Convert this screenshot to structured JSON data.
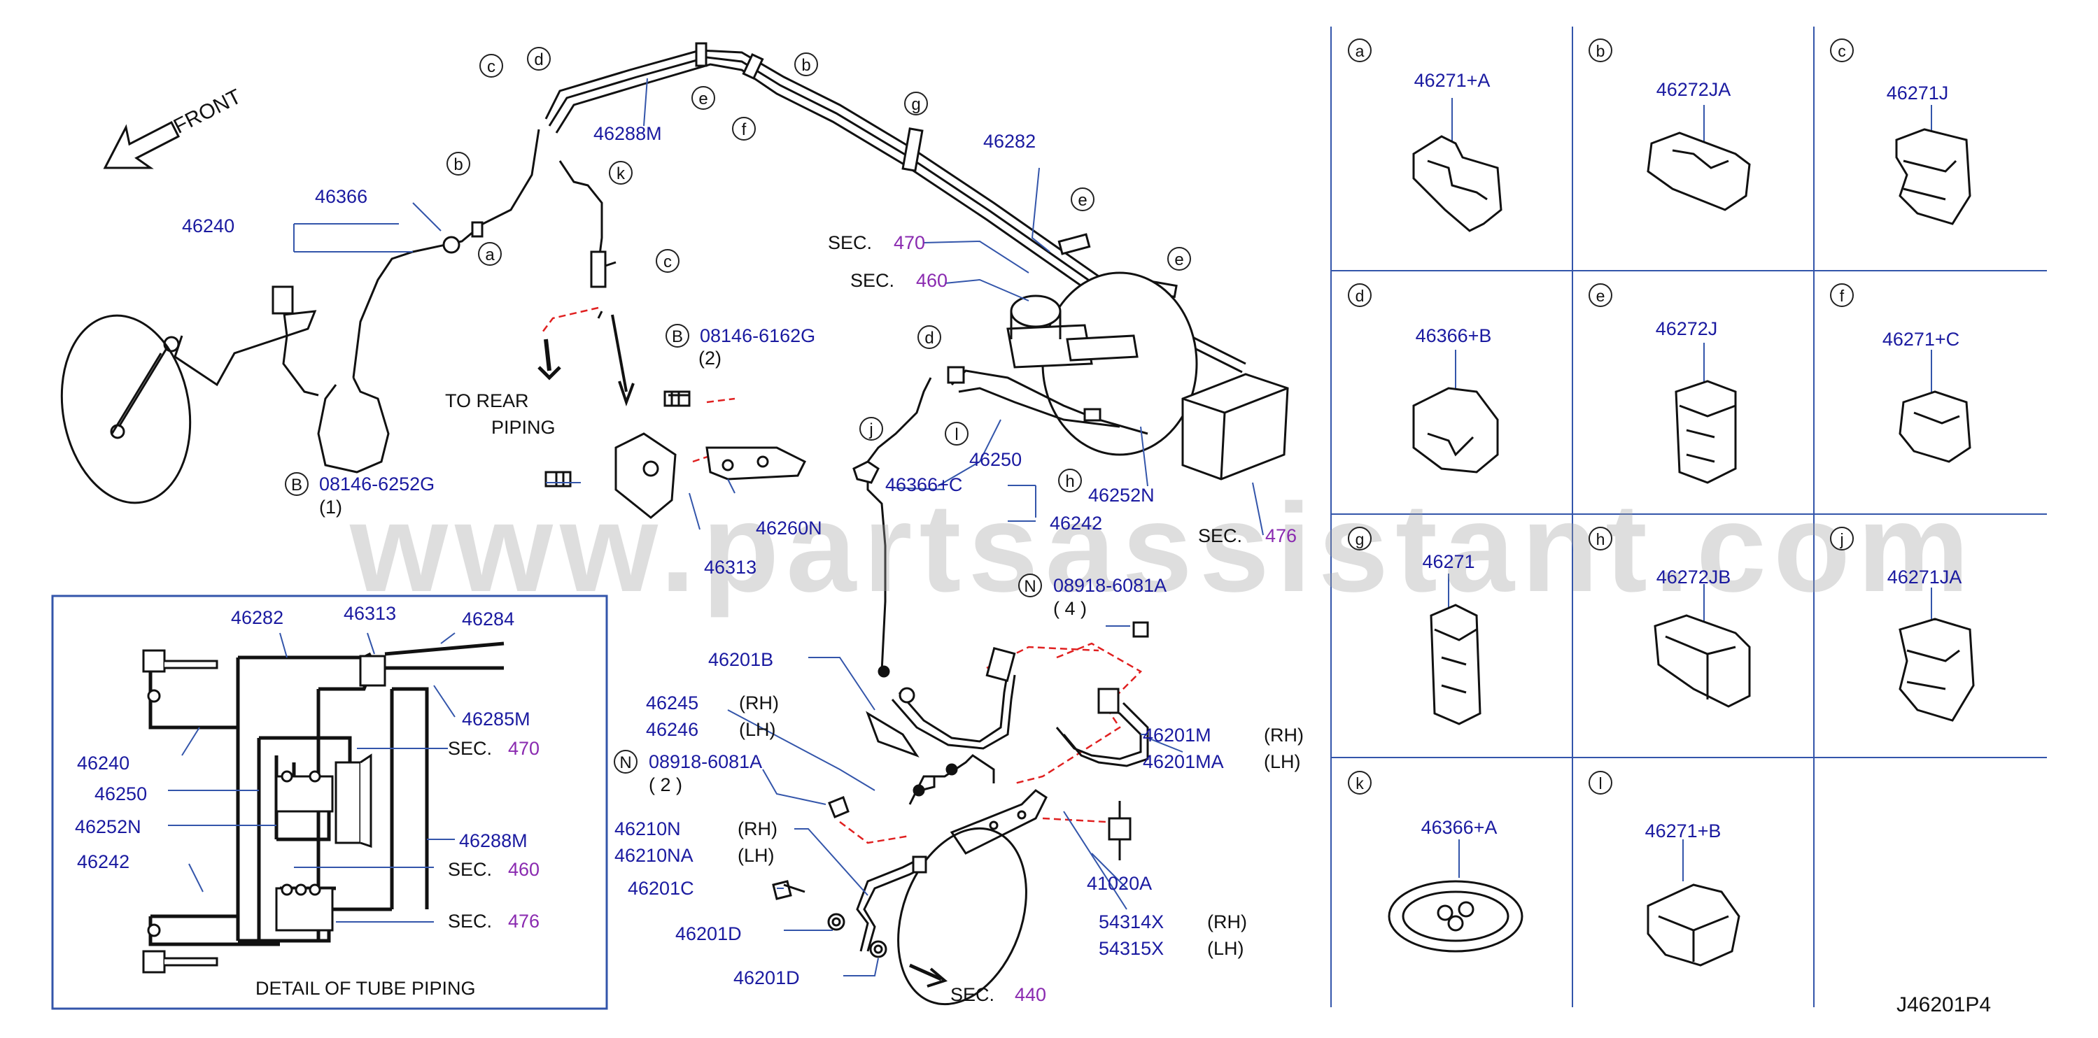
{
  "diagram_id": "J46201P4",
  "watermark": "www.partsassistant.com",
  "front_label": "FRONT",
  "to_rear": [
    "TO  REAR",
    "PIPING"
  ],
  "detail_title": "DETAIL  OF  TUBE  PIPING",
  "labels": {
    "p46240": "46240",
    "p46366": "46366",
    "p46288M": "46288M",
    "p46282": "46282",
    "sec470": "SEC.",
    "sec470n": "470",
    "sec460": "SEC.",
    "sec460n": "460",
    "b_bolt2_prefix": "B",
    "b_bolt2": "08146-6162G",
    "b_bolt2_qty": "(2)",
    "b_bolt1_prefix": "B",
    "b_bolt1": "08146-6252G",
    "b_bolt1_qty": "(1)",
    "p46250": "46250",
    "p46252N": "46252N",
    "p46366C": "46366+C",
    "p46242": "46242",
    "p46260N": "46260N",
    "p46313": "46313",
    "sec476": "SEC.",
    "sec476n": "476",
    "n_nut4_prefix": "N",
    "n_nut4": "08918-6081A",
    "n_nut4_qty": "( 4 )",
    "p46201B": "46201B",
    "p46245": "46245",
    "rh1": "(RH)",
    "p46246": "46246",
    "lh1": "(LH)",
    "n_nut2_prefix": "N",
    "n_nut2": "08918-6081A",
    "n_nut2_qty": "( 2 )",
    "p46201M": "46201M",
    "rh2": "(RH)",
    "p46201MA": "46201MA",
    "lh2": "(LH)",
    "p46210N": "46210N",
    "rh3": "(RH)",
    "p46210NA": "46210NA",
    "lh3": "(LH)",
    "p46201C": "46201C",
    "p41020A": "41020A",
    "p46201D1": "46201D",
    "p46201D2": "46201D",
    "p54314X": "54314X",
    "rh4": "(RH)",
    "p54315X": "54315X",
    "lh4": "(LH)",
    "sec440": "SEC.",
    "sec440n": "440"
  },
  "detail_labels": {
    "d46282": "46282",
    "d46313": "46313",
    "d46284": "46284",
    "d46285M": "46285M",
    "d46240": "46240",
    "d46250": "46250",
    "d46252N": "46252N",
    "d46242": "46242",
    "d46288M": "46288M",
    "dsec470": "SEC.",
    "dsec470n": "470",
    "dsec460": "SEC.",
    "dsec460n": "460",
    "dsec476": "SEC.",
    "dsec476n": "476"
  },
  "callouts": {
    "c1": "c",
    "d1": "d",
    "b1": "b",
    "e1": "e",
    "f1": "f",
    "b2": "b",
    "g1": "g",
    "k1": "k",
    "a1": "a",
    "c2": "c",
    "e2": "e",
    "e3": "e",
    "d2": "d",
    "j1": "j",
    "l1": "l",
    "h1": "h"
  },
  "clip_table": [
    {
      "letter": "a",
      "part": "46271+A"
    },
    {
      "letter": "b",
      "part": "46272JA"
    },
    {
      "letter": "c",
      "part": "46271J"
    },
    {
      "letter": "d",
      "part": "46366+B"
    },
    {
      "letter": "e",
      "part": "46272J"
    },
    {
      "letter": "f",
      "part": "46271+C"
    },
    {
      "letter": "g",
      "part": "46271"
    },
    {
      "letter": "h",
      "part": "46272JB"
    },
    {
      "letter": "j",
      "part": "46271JA"
    },
    {
      "letter": "k",
      "part": "46366+A"
    },
    {
      "letter": "l",
      "part": "46271+B"
    }
  ],
  "colors": {
    "part_blue": "#1a1aa0",
    "sec_purple": "#8a2ab0",
    "line_black": "#111111",
    "leader_blue": "#3355aa",
    "dash_red": "#e02020"
  }
}
